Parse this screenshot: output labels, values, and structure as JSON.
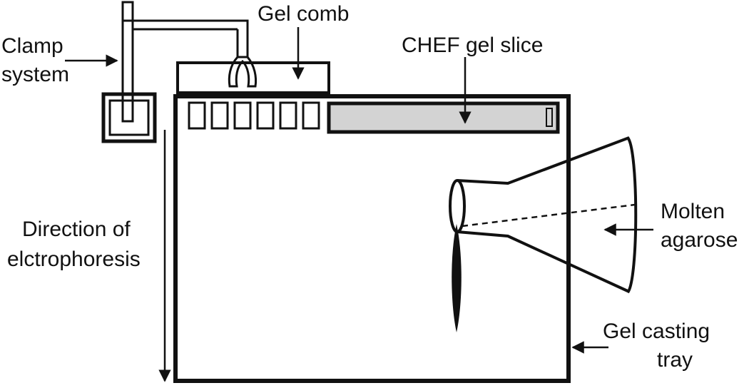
{
  "labels": {
    "clamp_line1": "Clamp",
    "clamp_line2": "system",
    "gel_comb": "Gel comb",
    "chef_slice": "CHEF gel slice",
    "direction_line1": "Direction of",
    "direction_line2": "elctrophoresis",
    "molten_line1": "Molten",
    "molten_line2": "agarose",
    "tray_line1": "Gel casting",
    "tray_line2": "tray"
  },
  "colors": {
    "ink": "#111111",
    "gel_slice_fill": "#d3d3d3",
    "background": "#ffffff"
  }
}
